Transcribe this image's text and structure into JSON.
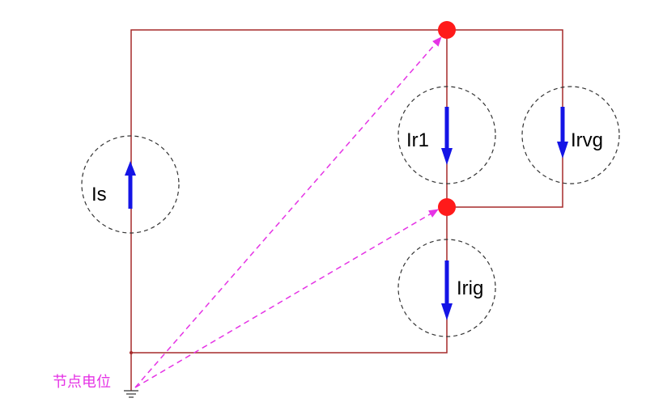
{
  "diagram": {
    "colors": {
      "wire": "#a52a2a",
      "arrow": "#1414e6",
      "node": "#ff1a1a",
      "dashed_arrow": "#e533e5",
      "ground_label": "#e533e5",
      "region_circle": "#333333"
    },
    "ground_label": "节点电位",
    "currents": [
      {
        "label": "Is",
        "direction": "up"
      },
      {
        "label": "Ir1",
        "direction": "down"
      },
      {
        "label": "Irvg",
        "direction": "down"
      },
      {
        "label": "Irig",
        "direction": "down"
      }
    ],
    "nodes": [
      "top-node",
      "middle-node"
    ],
    "icons": {
      "ground": "ground-icon",
      "source": "current-source-icon"
    }
  }
}
